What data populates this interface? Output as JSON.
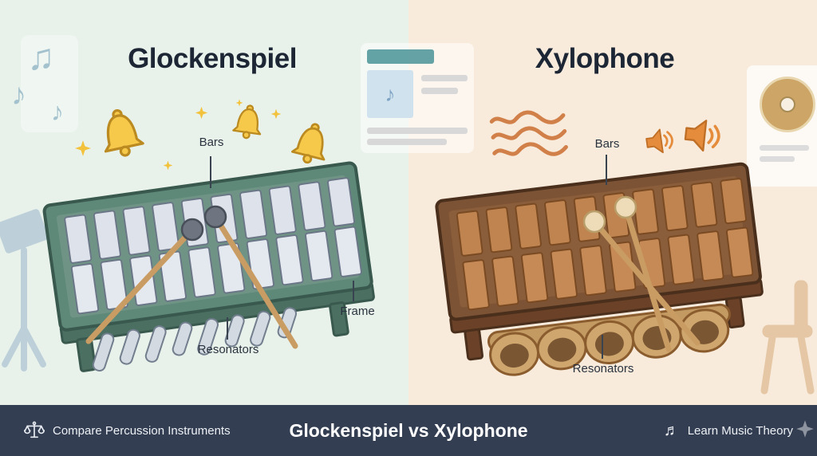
{
  "left_panel": {
    "title": "Glockenspiel",
    "labels": {
      "bars": "Bars",
      "frame": "Frame",
      "resonators": "Resonators"
    }
  },
  "right_panel": {
    "title": "Xylophone",
    "labels": {
      "bars": "Bars",
      "resonators": "Resonators"
    }
  },
  "footer": {
    "left_text": "Compare Percussion Instruments",
    "center_text": "Glockenspiel vs Xylophone",
    "right_text": "Learn Music Theory",
    "note_glyph": "♬"
  },
  "decor": {
    "note_glyphs": {
      "double": "♫",
      "single1": "♪",
      "single2": "♪",
      "card": "♪"
    }
  },
  "colors": {
    "left_bg": "#e8f2ea",
    "right_bg": "#f8ebdb",
    "footer_bg": "#333e52",
    "footer_text": "#edf0f5",
    "title_color": "#1d2635",
    "label_color": "#2a323e",
    "glockenspiel_frame": "#5e8878",
    "glockenspiel_bars": "#dee3eb",
    "xylophone_frame": "#7d5335",
    "xylophone_bars": "#c08450",
    "bell_gold": "#f7c94b",
    "wave_orange": "#d28049"
  }
}
